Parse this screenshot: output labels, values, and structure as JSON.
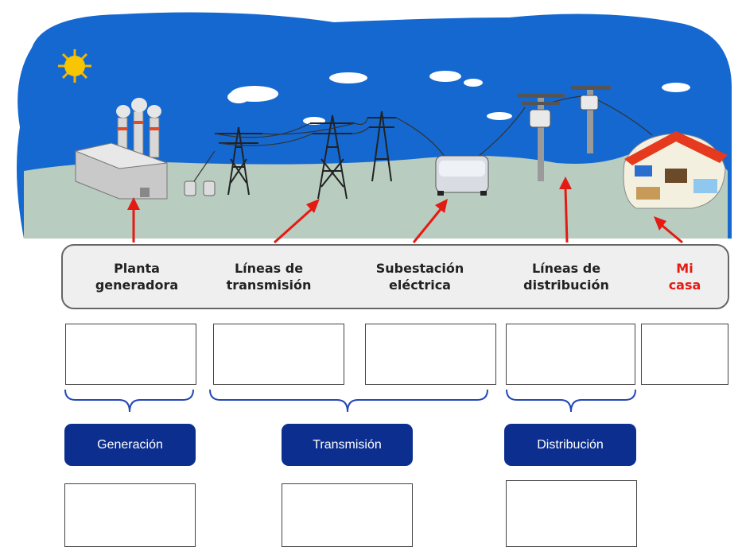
{
  "labels": {
    "planta": "Planta\ngeneradora",
    "lineas_transmision": "Líneas de\ntransmisión",
    "subestacion": "Subestación\neléctrica",
    "lineas_distribucion": "Líneas de\ndistribución",
    "mi_casa": "Mi\ncasa"
  },
  "stages": {
    "generacion": "Generación",
    "transmision": "Transmisión",
    "distribucion": "Distribución"
  },
  "colors": {
    "sky": "#1468d0",
    "ground": "#b8ccc0",
    "arrow": "#e41b13",
    "stage_button": "#0c2f8f",
    "bracket": "#2347b5"
  }
}
